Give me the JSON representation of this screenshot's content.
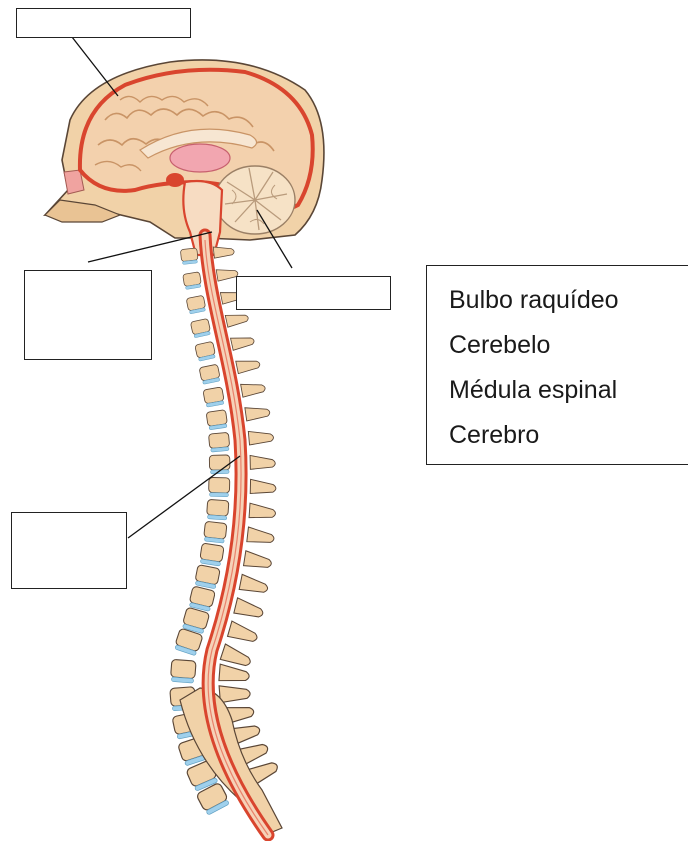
{
  "word_bank": {
    "terms": [
      "Bulbo raquídeo",
      "Cerebelo",
      "Médula espinal",
      "Cerebro"
    ]
  },
  "label_boxes": [
    {
      "id": "brain",
      "text": ""
    },
    {
      "id": "medulla",
      "text": ""
    },
    {
      "id": "cerebellum",
      "text": ""
    },
    {
      "id": "spinal-cord",
      "text": ""
    }
  ],
  "colors": {
    "bone": "#f1d2a8",
    "brain_tissue": "#f3d1ad",
    "meninges": "#d9452e",
    "spinal_cord": "#e8826b",
    "cartilage_disc": "#9fd0ec",
    "outline": "#5a4636"
  }
}
